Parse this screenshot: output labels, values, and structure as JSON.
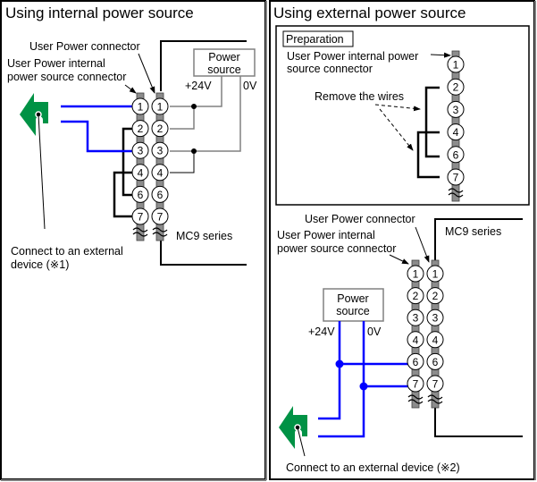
{
  "left_panel": {
    "title": "Using internal power source",
    "user_power_connector_label": "User Power connector",
    "internal_connector_label_1": "User Power internal",
    "internal_connector_label_2": "power source connector",
    "power_source_1": "Power",
    "power_source_2": "source",
    "plus_24v": "+24V",
    "zero_v": "0V",
    "mc9_series": "MC9 series",
    "connect_label_1": "Connect to an external",
    "connect_label_2": "device (※1)",
    "pins": [
      "1",
      "2",
      "3",
      "4",
      "6",
      "7"
    ]
  },
  "right_panel": {
    "title": "Using external power source",
    "preparation": {
      "heading": "Preparation",
      "internal_label_1": "User Power internal power",
      "internal_label_2": "source connector",
      "remove_wires": "Remove the wires",
      "pins": [
        "1",
        "2",
        "3",
        "4",
        "6",
        "7"
      ]
    },
    "user_power_connector_label": "User Power connector",
    "internal_connector_label_1": "User Power internal",
    "internal_connector_label_2": "power source connector",
    "mc9_series": "MC9 series",
    "power_source_1": "Power",
    "power_source_2": "source",
    "plus_24v": "+24V",
    "zero_v": "0V",
    "connect_label": "Connect to an external device (※2)",
    "pins": [
      "1",
      "2",
      "3",
      "4",
      "6",
      "7"
    ]
  },
  "colors": {
    "wire_blue": "#0000ff",
    "arrow_green": "#009245",
    "terminal_gray": "#8c8c8c",
    "frame_gray": "#808080"
  }
}
